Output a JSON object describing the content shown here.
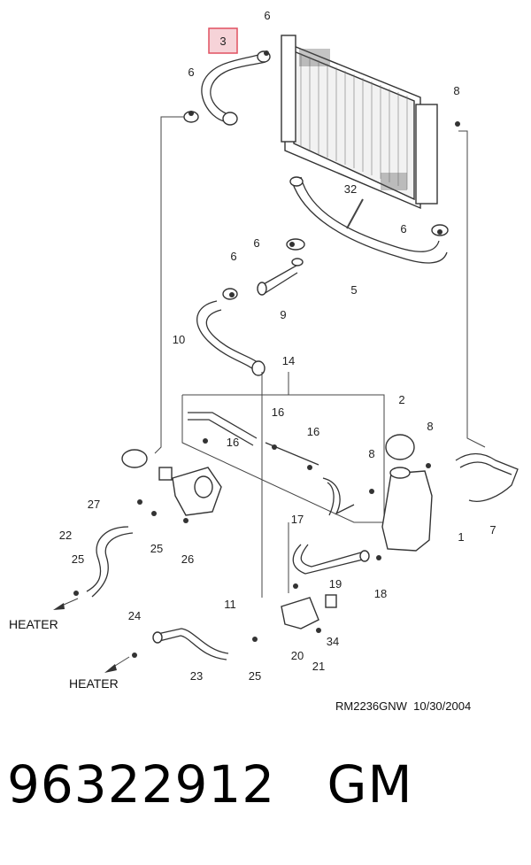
{
  "callouts": {
    "c1": "1",
    "c2": "2",
    "c3": "3",
    "c5": "5",
    "c6a": "6",
    "c6b": "6",
    "c6c": "6",
    "c6d": "6",
    "c6e": "6",
    "c7": "7",
    "c8a": "8",
    "c8b": "8",
    "c8c": "8",
    "c9": "9",
    "c10": "10",
    "c11": "11",
    "c14": "14",
    "c16a": "16",
    "c16b": "16",
    "c16c": "16",
    "c17": "17",
    "c18": "18",
    "c19": "19",
    "c20": "20",
    "c21": "21",
    "c22": "22",
    "c23": "23",
    "c24": "24",
    "c25a": "25",
    "c25b": "25",
    "c25c": "25",
    "c26": "26",
    "c27": "27",
    "c32": "32",
    "c34": "34"
  },
  "labels": {
    "heater_top": "HEATER",
    "heater_bottom": "HEATER"
  },
  "footer": {
    "drawing_code": "RM2236GNW  10/30/2004"
  },
  "part": {
    "number": "96322912",
    "brand": "GM"
  },
  "highlight": {
    "callout": "3",
    "color": "#e05060"
  }
}
